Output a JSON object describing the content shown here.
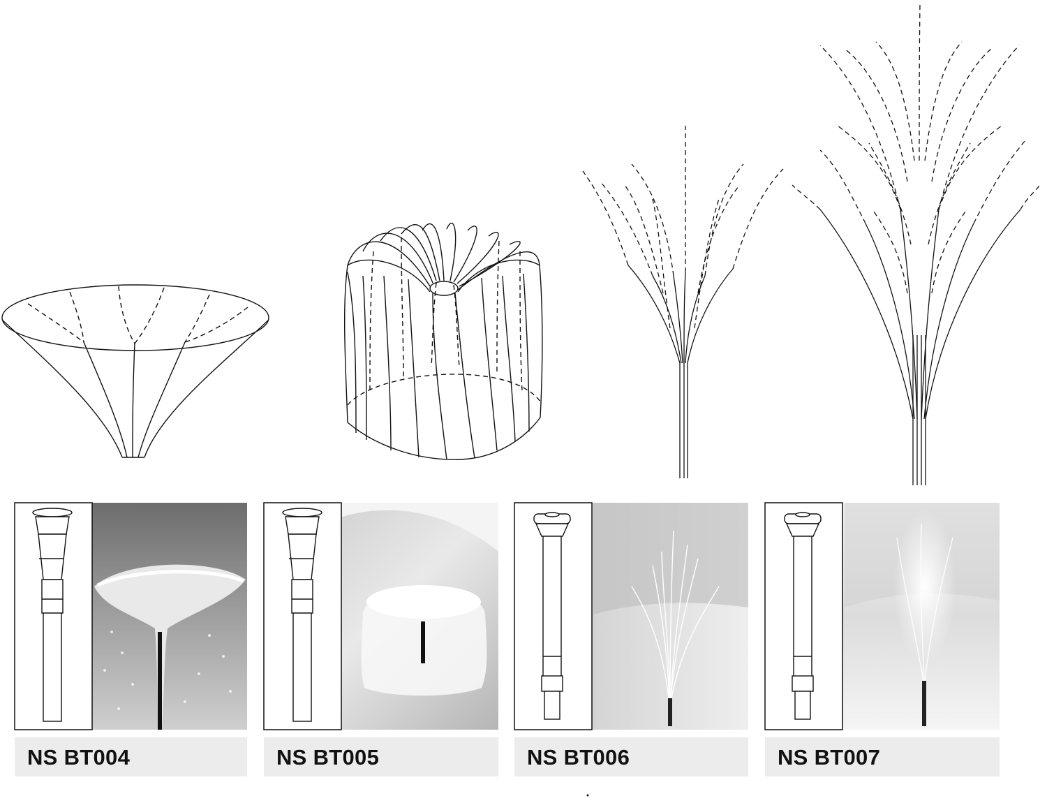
{
  "products": [
    {
      "model": "NS BT004",
      "pattern": "tulip"
    },
    {
      "model": "NS BT005",
      "pattern": "bell"
    },
    {
      "model": "NS BT006",
      "pattern": "spray"
    },
    {
      "model": "NS BT007",
      "pattern": "tiered-spray"
    }
  ],
  "colors": {
    "line": "#111111",
    "label_bg": "#ececec",
    "nozzle_panel_bg": "#ffffff",
    "photo_dark": "#3a3a3a",
    "photo_mid": "#9a9a9a",
    "photo_light": "#e8e8e8"
  }
}
